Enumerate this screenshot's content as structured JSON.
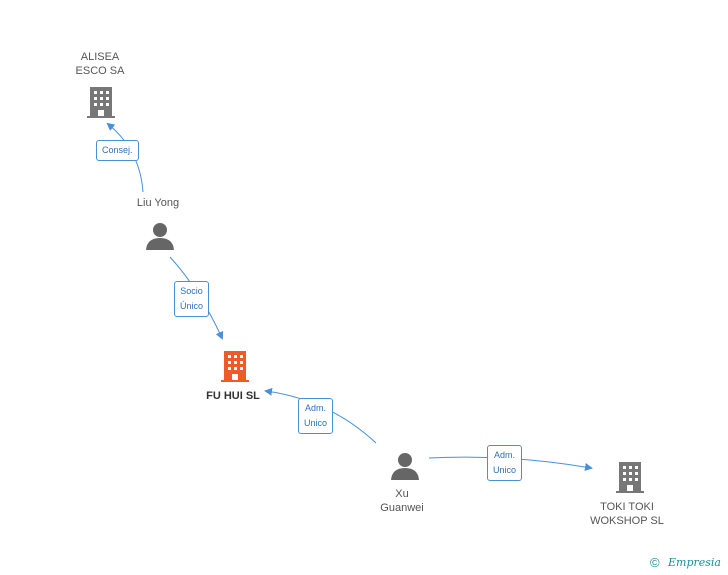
{
  "nodes": {
    "alisea": {
      "label": "ALISEA\nESCO SA",
      "type": "company"
    },
    "liu_yong": {
      "label": "Liu Yong",
      "type": "person"
    },
    "fu_hui": {
      "label": "FU HUI  SL",
      "type": "company",
      "highlight": true
    },
    "xu_guanwei": {
      "label": "Xu\nGuanwei",
      "type": "person"
    },
    "toki": {
      "label": "TOKI TOKI\nWOKSHOP SL",
      "type": "company"
    }
  },
  "edges": {
    "consej": {
      "label": "Consej."
    },
    "socio": {
      "label": "Socio\nÚnico"
    },
    "adm1": {
      "label": "Adm.\nUnico"
    },
    "adm2": {
      "label": "Adm.\nUnico"
    }
  },
  "colors": {
    "company": "#777777",
    "company_highlight": "#f05a28",
    "person": "#666666",
    "edge": "#4a90d9",
    "edge_line": "#a9c4e0"
  },
  "footer": {
    "copyright": "©",
    "brand": "Empresia"
  }
}
